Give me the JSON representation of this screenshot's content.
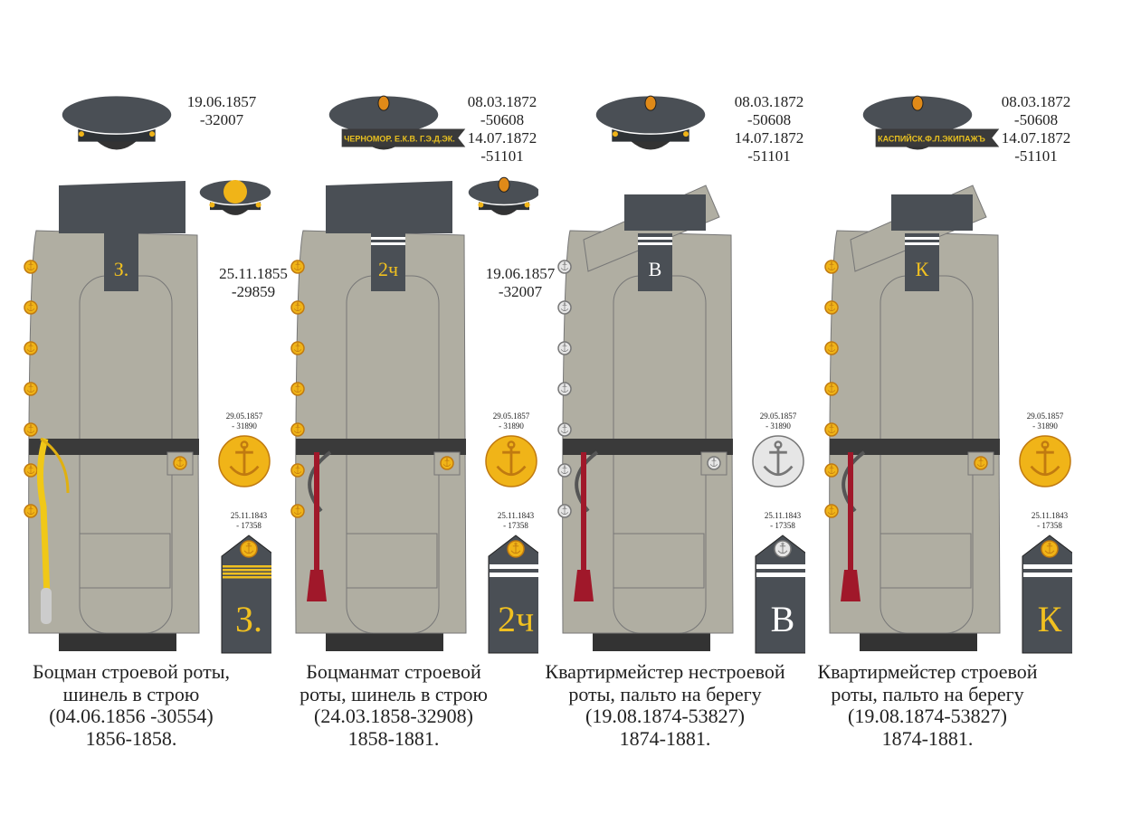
{
  "colors": {
    "coat": "#b0aea2",
    "collar": "#4a4f55",
    "button_gold": "#f0b418",
    "button_silver": "#e6e6e6",
    "belt": "#3a3a3a",
    "lettering": "#f0c020",
    "tassel": "#a0182a"
  },
  "figures": [
    {
      "cap_dates": [
        "19.06.1857",
        "-32007"
      ],
      "second_cap_dates": [
        "25.11.1855",
        "-29859"
      ],
      "button_dates": [
        "29.05.1857",
        "- 31890"
      ],
      "board_dates": [
        "25.11.1843",
        "- 17358"
      ],
      "collar_tab_letter": "З.",
      "board_letter": "З.",
      "cap_band_text": "",
      "caption": [
        "Боцман строевой роты,",
        "шинель в строю",
        "(04.06.1856 -30554)",
        "1856-1858."
      ],
      "button_metal": "gold"
    },
    {
      "cap_dates": [
        "08.03.1872",
        "-50608",
        "14.07.1872",
        "-51101"
      ],
      "second_cap_dates": [
        "19.06.1857",
        "-32007"
      ],
      "button_dates": [
        "29.05.1857",
        "- 31890"
      ],
      "board_dates": [
        "25.11.1843",
        "- 17358"
      ],
      "collar_tab_letter": "2ч",
      "board_letter": "2ч",
      "cap_band_text": "ЧЕРНОМОР. Е.К.В. Г.Э.Д.ЭК.",
      "caption": [
        "Боцманмат строевой",
        "роты, шинель в строю",
        "(24.03.1858-32908)",
        "1858-1881."
      ],
      "button_metal": "gold"
    },
    {
      "cap_dates": [
        "08.03.1872",
        "-50608",
        "14.07.1872",
        "-51101"
      ],
      "button_dates": [
        "29.05.1857",
        "- 31890"
      ],
      "board_dates": [
        "25.11.1843",
        "- 17358"
      ],
      "collar_tab_letter": "В",
      "board_letter": "В",
      "cap_band_text": "",
      "caption": [
        "Квартирмейстер нестроевой",
        "роты, пальто на берегу",
        "(19.08.1874-53827)",
        "1874-1881."
      ],
      "button_metal": "silver"
    },
    {
      "cap_dates": [
        "08.03.1872",
        "-50608",
        "14.07.1872",
        "-51101"
      ],
      "button_dates": [
        "29.05.1857",
        "- 31890"
      ],
      "board_dates": [
        "25.11.1843",
        "- 17358"
      ],
      "collar_tab_letter": "К",
      "board_letter": "К",
      "cap_band_text": "КАСПИЙСК.Ф.Л.ЭКИПАЖЪ",
      "caption": [
        "Квартирмейстер строевой",
        "роты, пальто на берегу",
        "(19.08.1874-53827)",
        "1874-1881."
      ],
      "button_metal": "gold"
    }
  ]
}
